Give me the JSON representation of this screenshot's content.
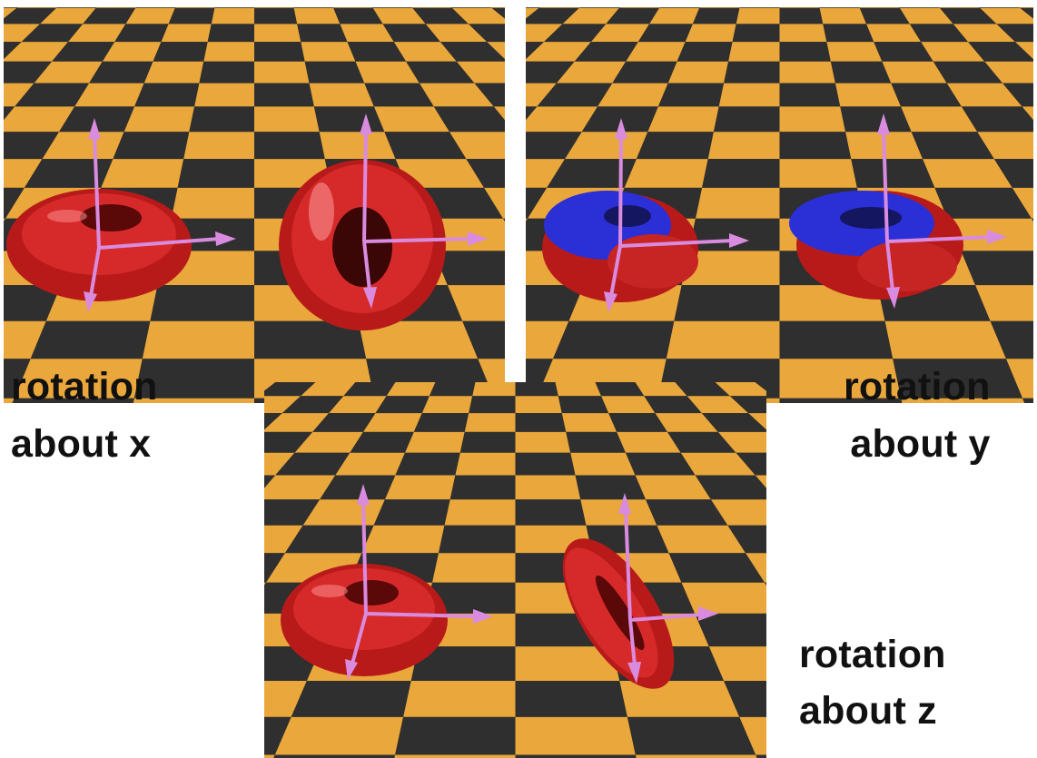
{
  "panels": [
    {
      "id": "x",
      "caption_line1": "rotation",
      "caption_line2": "about x"
    },
    {
      "id": "y",
      "caption_line1": "rotation",
      "caption_line2": "about y"
    },
    {
      "id": "z",
      "caption_line1": "rotation",
      "caption_line2": "about z"
    }
  ],
  "colors": {
    "floor_light": "#e9a73c",
    "floor_dark": "#2f2f2f",
    "torus_red": "#c41d1d",
    "torus_blue": "#2b2fd6",
    "axis_arrow": "#d98be0"
  }
}
